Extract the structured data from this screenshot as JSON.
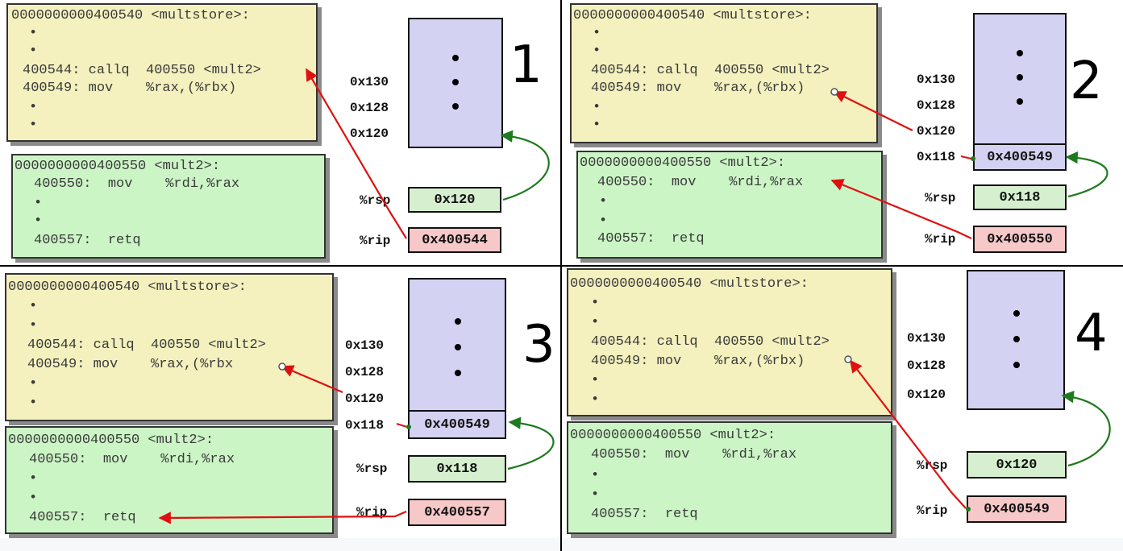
{
  "panels": [
    {
      "number": "1",
      "multstore": {
        "header": "0000000000400540 <multstore>:",
        "dot1": "•",
        "dot2": "•",
        "call_line": "400544: callq  400550 <mult2>",
        "mov_line": "400549: mov    %rax,(%rbx)",
        "dot3": "•",
        "dot4": "•"
      },
      "mult2": {
        "header": "0000000000400550 <mult2>:",
        "mov_line": "400550:  mov    %rdi,%rax",
        "dot1": "•",
        "dot2": "•",
        "ret_line": "400557:  retq"
      },
      "addresses": [
        "0x130",
        "0x128",
        "0x120"
      ],
      "slot_address": "",
      "slot_value": "",
      "rsp_label": "%rsp",
      "rsp_value": "0x120",
      "rip_label": "%rip",
      "rip_value": "0x400544"
    },
    {
      "number": "2",
      "multstore": {
        "header": "0000000000400540 <multstore>:",
        "dot1": "•",
        "dot2": "•",
        "call_line": "400544: callq  400550 <mult2>",
        "mov_line": "400549: mov    %rax,(%rbx)",
        "dot3": "•",
        "dot4": "•"
      },
      "mult2": {
        "header": "0000000000400550 <mult2>:",
        "mov_line": "400550:  mov    %rdi,%rax",
        "dot1": "•",
        "dot2": "•",
        "ret_line": "400557:  retq"
      },
      "addresses": [
        "0x130",
        "0x128",
        "0x120"
      ],
      "slot_address": "0x118",
      "slot_value": "0x400549",
      "rsp_label": "%rsp",
      "rsp_value": "0x118",
      "rip_label": "%rip",
      "rip_value": "0x400550"
    },
    {
      "number": "3",
      "multstore": {
        "header": "0000000000400540 <multstore>:",
        "dot1": "•",
        "dot2": "•",
        "call_line": "400544: callq  400550 <mult2>",
        "mov_line": "400549: mov    %rax,(%rbx",
        "dot3": "•",
        "dot4": "•"
      },
      "mult2": {
        "header": "0000000000400550 <mult2>:",
        "mov_line": "400550:  mov    %rdi,%rax",
        "dot1": "•",
        "dot2": "•",
        "ret_line": "400557:  retq"
      },
      "addresses": [
        "0x130",
        "0x128",
        "0x120"
      ],
      "slot_address": "0x118",
      "slot_value": "0x400549",
      "rsp_label": "%rsp",
      "rsp_value": "0x118",
      "rip_label": "%rip",
      "rip_value": "0x400557"
    },
    {
      "number": "4",
      "multstore": {
        "header": "0000000000400540 <multstore>:",
        "dot1": "•",
        "dot2": "•",
        "call_line": "400544: callq  400550 <mult2>",
        "mov_line": "400549: mov    %rax,(%rbx)",
        "dot3": "•",
        "dot4": "•"
      },
      "mult2": {
        "header": "0000000000400550 <mult2>:",
        "mov_line": "400550:  mov    %rdi,%rax",
        "dot1": "•",
        "dot2": "•",
        "ret_line": "400557:  retq"
      },
      "addresses": [
        "0x130",
        "0x128",
        "0x120"
      ],
      "slot_address": "",
      "slot_value": "",
      "rsp_label": "%rsp",
      "rsp_value": "0x120",
      "rip_label": "%rip",
      "rip_value": "0x400549"
    }
  ],
  "colors": {
    "code_yellow": "#f4f1bf",
    "code_green": "#ccf5c6",
    "stack_purple": "#d4d2f2",
    "rsp_green": "#d6f0cf",
    "rip_red": "#f7c8c8",
    "arrow_red": "#e01010",
    "arrow_green": "#1e7a1e"
  }
}
